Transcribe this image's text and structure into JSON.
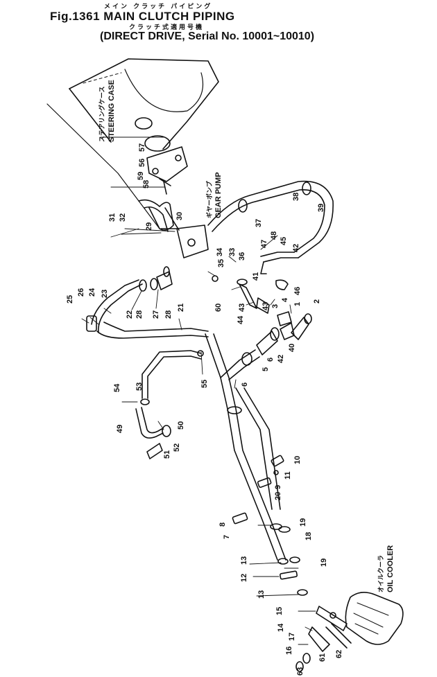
{
  "header": {
    "title_jp": "メイン クラッチ パイピング",
    "title": "Fig.1361 MAIN CLUTCH PIPING",
    "subtitle_jp": "クラッチ式適用号機",
    "subtitle": "(DIRECT DRIVE, Serial No. 10001~10010)"
  },
  "callouts": {
    "steering_case_jp": "ステアリングケース",
    "steering_case": "STEERING CASE",
    "gear_pump_jp": "ギヤーポンプ",
    "gear_pump": "GEAR PUMP",
    "oil_cooler_jp": "オイルクーラ",
    "oil_cooler": "OIL COOLER"
  },
  "part_numbers": {
    "p1": "1",
    "p2": "2",
    "p3": "3",
    "p4": "4",
    "p5a": "5",
    "p5b": "5",
    "p6a": "6",
    "p6b": "6",
    "p7": "7",
    "p8": "8",
    "p9": "9",
    "p10": "10",
    "p11": "11",
    "p12": "12",
    "p13a": "13",
    "p13b": "13",
    "p14": "14",
    "p15": "15",
    "p16": "16",
    "p17": "17",
    "p18": "18",
    "p19a": "19",
    "p19b": "19",
    "p20": "20",
    "p21": "21",
    "p22": "22",
    "p23": "23",
    "p24": "24",
    "p25": "25",
    "p26": "26",
    "p27": "27",
    "p28a": "28",
    "p28b": "28",
    "p29": "29",
    "p30": "30",
    "p31": "31",
    "p32": "32",
    "p33": "33",
    "p34": "34",
    "p35": "35",
    "p36": "36",
    "p37": "37",
    "p38": "38",
    "p39": "39",
    "p40": "40",
    "p41": "41",
    "p42a": "42",
    "p42b": "42",
    "p43": "43",
    "p44": "44",
    "p45": "45",
    "p46": "46",
    "p47": "47",
    "p48": "48",
    "p49": "49",
    "p50": "50",
    "p51": "51",
    "p52": "52",
    "p53": "53",
    "p54": "54",
    "p55": "55",
    "p56": "56",
    "p57": "57",
    "p58": "58",
    "p59": "59",
    "p60": "60",
    "p61": "61",
    "p62": "62",
    "p63": "63"
  }
}
